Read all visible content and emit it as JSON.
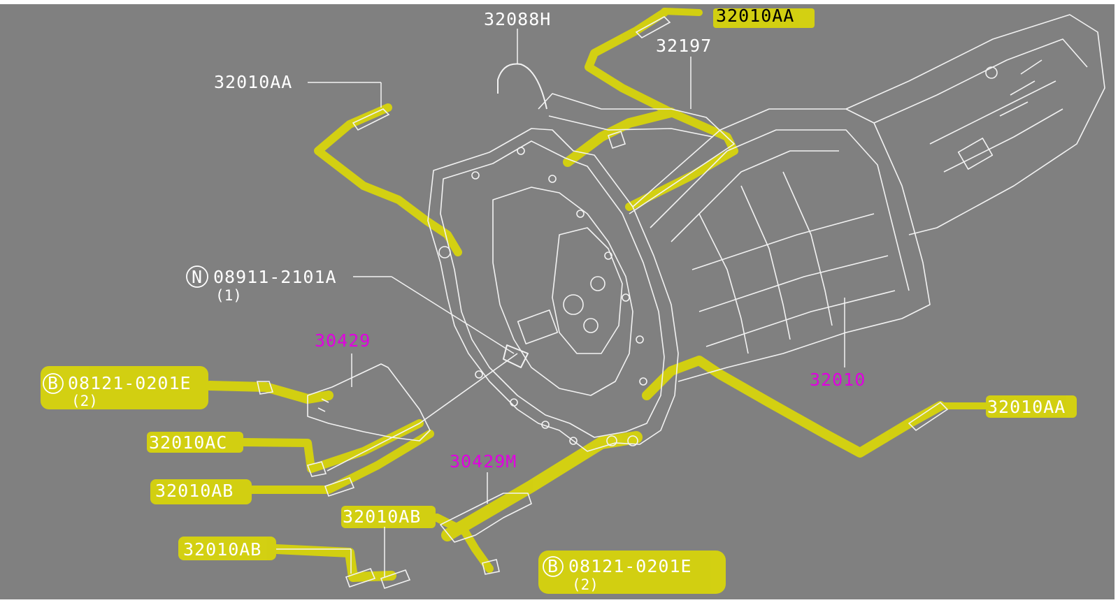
{
  "diagram": {
    "colors": {
      "background": "#808080",
      "linework": "#f2f2f2",
      "highlight": "#d7d40c",
      "part_number_new": "#e000e0",
      "text": "#ffffff"
    },
    "labels": {
      "top_32088h": "32088H",
      "top_32010aa": "32010AA",
      "top_32197": "32197",
      "left_32010aa": "32010AA",
      "gasket_code": "08911-2101A",
      "gasket_symbol": "N",
      "gasket_qty": "(1)",
      "bracket_30429": "30429",
      "bolt_left_code": "08121-0201E",
      "bolt_left_symbol": "B",
      "bolt_left_qty": "(2)",
      "bolt_32010ac": "32010AC",
      "bolt_32010ab_1": "32010AB",
      "bracket_30429m": "30429M",
      "bolt_32010ab_2": "32010AB",
      "bolt_32010ab_3": "32010AB",
      "bolt_right_code": "08121-0201E",
      "bolt_right_symbol": "B",
      "bolt_right_qty": "(2)",
      "transmission_32010": "32010",
      "right_32010aa": "32010AA"
    }
  }
}
